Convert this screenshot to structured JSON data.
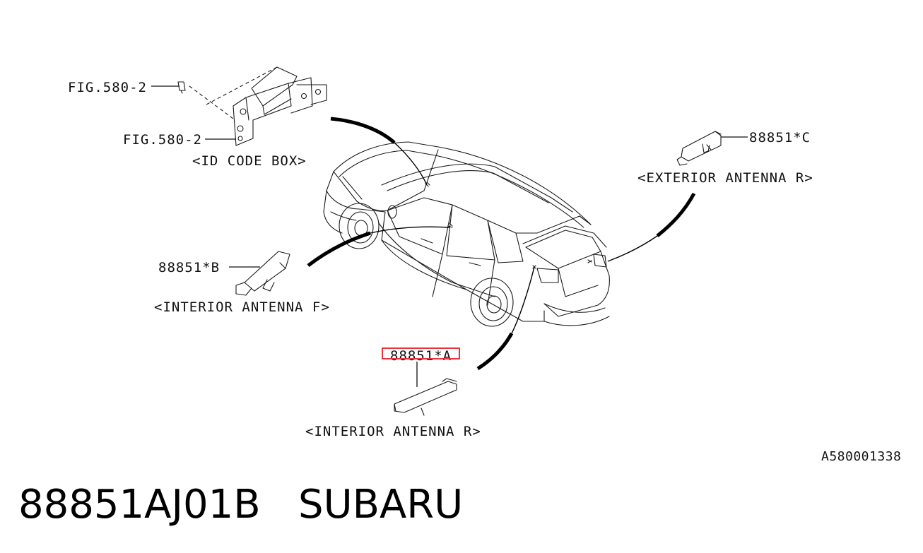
{
  "labels": {
    "fig_ref_top": "FIG.580-2",
    "fig_ref_bottom": "FIG.580-2",
    "id_code_box": "<ID CODE BOX>",
    "exterior_part": "88851*C",
    "exterior_name": "<EXTERIOR ANTENNA R>",
    "interior_f_part": "88851*B",
    "interior_f_name": "<INTERIOR ANTENNA F>",
    "interior_r_part": "88851*A",
    "interior_r_name": "<INTERIOR ANTENNA R>"
  },
  "reference_code": "A580001338",
  "caption": "88851AJ01B   SUBARU",
  "colors": {
    "highlight": "#e8343a",
    "line": "#111111",
    "background": "#ffffff"
  }
}
